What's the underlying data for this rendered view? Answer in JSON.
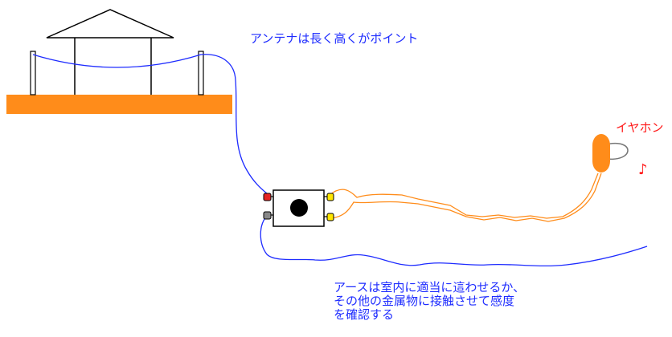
{
  "labels": {
    "antenna": "アンテナは長く高くがポイント",
    "earphone": "イヤホン",
    "music_note": "♪",
    "ground_lines": [
      "アースは室内に適当に這わせるか、",
      "その他の金属物に接触させて感度",
      "を確認する"
    ]
  },
  "colors": {
    "antenna_wire": "#1e2cff",
    "earphone_wire": "#ff8c1a",
    "roof_line": "#000000",
    "house_floor": "#ff8c1a",
    "label_blue": "#1e2cff",
    "label_red": "#ff1a1a",
    "terminal_red": "#e52424",
    "terminal_gray": "#888888",
    "terminal_yellow": "#ffe600"
  }
}
